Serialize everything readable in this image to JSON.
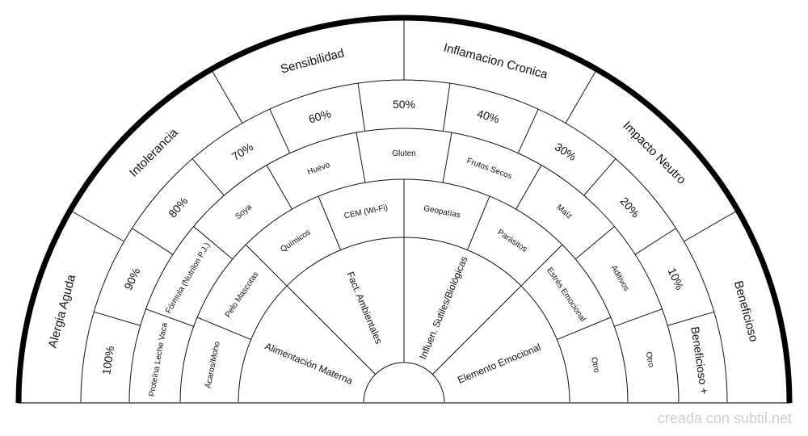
{
  "rings": [
    {
      "id": "category",
      "labels": [
        "Alergia Aguda",
        "Intolerancia",
        "Sensibilidad",
        "Inflamacion Cronica",
        "Impacto Neutro",
        "Beneficioso"
      ]
    },
    {
      "id": "percentage",
      "labels": [
        "100%",
        "90%",
        "80%",
        "70%",
        "60%",
        "50%",
        "40%",
        "30%",
        "20%",
        "10%",
        "Beneficioso +"
      ]
    },
    {
      "id": "food",
      "labels": [
        "Proteína Leche Vaca",
        "Fórmula (Nutrilon P.J.)",
        "Soya",
        "Huevo",
        "Gluten",
        "Frutos Secos",
        "Maíz",
        "Aditivos",
        "Otro"
      ]
    },
    {
      "id": "factor",
      "labels": [
        "Ácaros/Moho",
        "Pelo Mascotas",
        "Químicos",
        "CEM (Wi-Fi)",
        "Geopatías",
        "Parásitos",
        "Estrés Emocional",
        "Otro"
      ]
    },
    {
      "id": "group",
      "labels": [
        "Alimentación Materna",
        "Fact. Ambientales",
        "Influen. Sutiles/Biológicas",
        "Elemento Emocional"
      ]
    }
  ],
  "watermark": "creada con subtil.net"
}
